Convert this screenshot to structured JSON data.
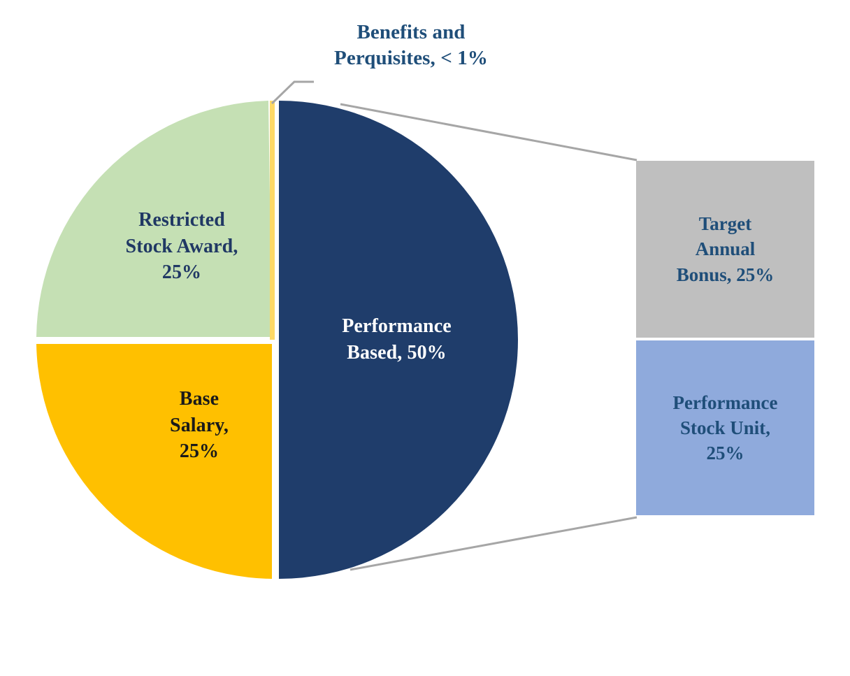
{
  "chart_data": {
    "type": "pie",
    "title": "",
    "subtitle": "",
    "xlabel": "",
    "ylabel": "",
    "legend_position": "none",
    "grid": false,
    "units": "percent",
    "note": "Pay mix pie chart with two exploded callout boxes breaking out the Performance Based slice.",
    "categories": [
      "Performance Based",
      "Restricted Stock Award",
      "Base Salary",
      "Benefits and Perquisites"
    ],
    "values": [
      50,
      25,
      25,
      0.5
    ],
    "value_labels": [
      "50%",
      "25%",
      "25%",
      "< 1%"
    ],
    "colors": [
      "#1F3D6B",
      "#C5E0B4",
      "#FFC000",
      "#FFD966"
    ],
    "slices": [
      {
        "name": "Performance Based",
        "value": 50,
        "value_label": "50%",
        "label": "Performance\nBased, 50%",
        "color": "#1F3D6B",
        "text_color": "#FFFFFF",
        "start_angle_deg": 0.9,
        "end_angle_deg": 180.9
      },
      {
        "name": "Restricted Stock Award",
        "value": 25,
        "value_label": "25%",
        "label": "Restricted\nStock Award,\n25%",
        "color": "#C5E0B4",
        "text_color": "#203864",
        "start_angle_deg": 269.0,
        "end_angle_deg": 359.0
      },
      {
        "name": "Base Salary",
        "value": 25,
        "value_label": "25%",
        "label": "Base\nSalary,\n25%",
        "color": "#FFC000",
        "text_color": "#1A1A1A",
        "start_angle_deg": 180.9,
        "end_angle_deg": 269.0
      },
      {
        "name": "Benefits and Perquisites",
        "value": 0.5,
        "value_label": "< 1%",
        "label": "Benefits and\nPerquisites, < 1%",
        "color": "#FFD966",
        "text_color": "#1F4E79",
        "start_angle_deg": 359.0,
        "end_angle_deg": 360.9
      }
    ],
    "breakout": {
      "source_slice": "Performance Based",
      "items": [
        {
          "name": "Target Annual Bonus",
          "value": 25,
          "value_label": "25%",
          "label": "Target\nAnnual\nBonus, 25%",
          "color": "#BFBFBF",
          "text_color": "#1F4E79"
        },
        {
          "name": "Performance Stock Unit",
          "value": 25,
          "value_label": "25%",
          "label": "Performance\nStock Unit,\n25%",
          "color": "#8FAADC",
          "text_color": "#1F4E79"
        }
      ]
    }
  },
  "canvas": {
    "background": "#FFFFFF",
    "leader_line_color": "#A6A6A6",
    "slice_gap_color": "#FFFFFF"
  },
  "callout_title": {
    "text": "Benefits and\nPerquisites, < 1%",
    "color": "#1F4E79"
  },
  "pie_labels": {
    "restricted_stock_award": "Restricted\nStock Award,\n25%",
    "base_salary": "Base\nSalary,\n25%",
    "performance_based": "Performance\nBased, 50%"
  },
  "boxes": {
    "target_annual_bonus": {
      "text": "Target\nAnnual\nBonus, 25%",
      "fill": "#BFBFBF",
      "text_color": "#1F4E79"
    },
    "performance_stock_unit": {
      "text": "Performance\nStock Unit,\n25%",
      "fill": "#8FAADC",
      "text_color": "#1F4E79"
    }
  }
}
